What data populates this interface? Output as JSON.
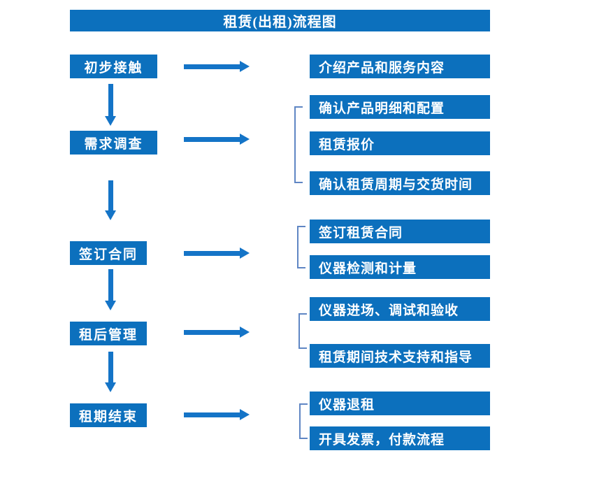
{
  "title": "租赁(出租)流程图",
  "colors": {
    "box_blue": "#0c70bd",
    "arrow_blue": "#1474c7",
    "bracket_blue": "#5f86c4",
    "text_white": "#ffffff",
    "background": "#ffffff"
  },
  "flow": {
    "steps": [
      {
        "label": "初步接触",
        "details": [
          "介绍产品和服务内容"
        ]
      },
      {
        "label": "需求调查",
        "details": [
          "确认产品明细和配置",
          "租赁报价",
          "确认租赁周期与交货时间"
        ]
      },
      {
        "label": "签订合同",
        "details": [
          "签订租赁合同",
          "仪器检测和计量"
        ]
      },
      {
        "label": "租后管理",
        "details": [
          "仪器进场、调试和验收",
          "租赁期间技术支持和指导"
        ]
      },
      {
        "label": "租期结束",
        "details": [
          "仪器退租",
          "开具发票，付款流程"
        ]
      }
    ]
  }
}
